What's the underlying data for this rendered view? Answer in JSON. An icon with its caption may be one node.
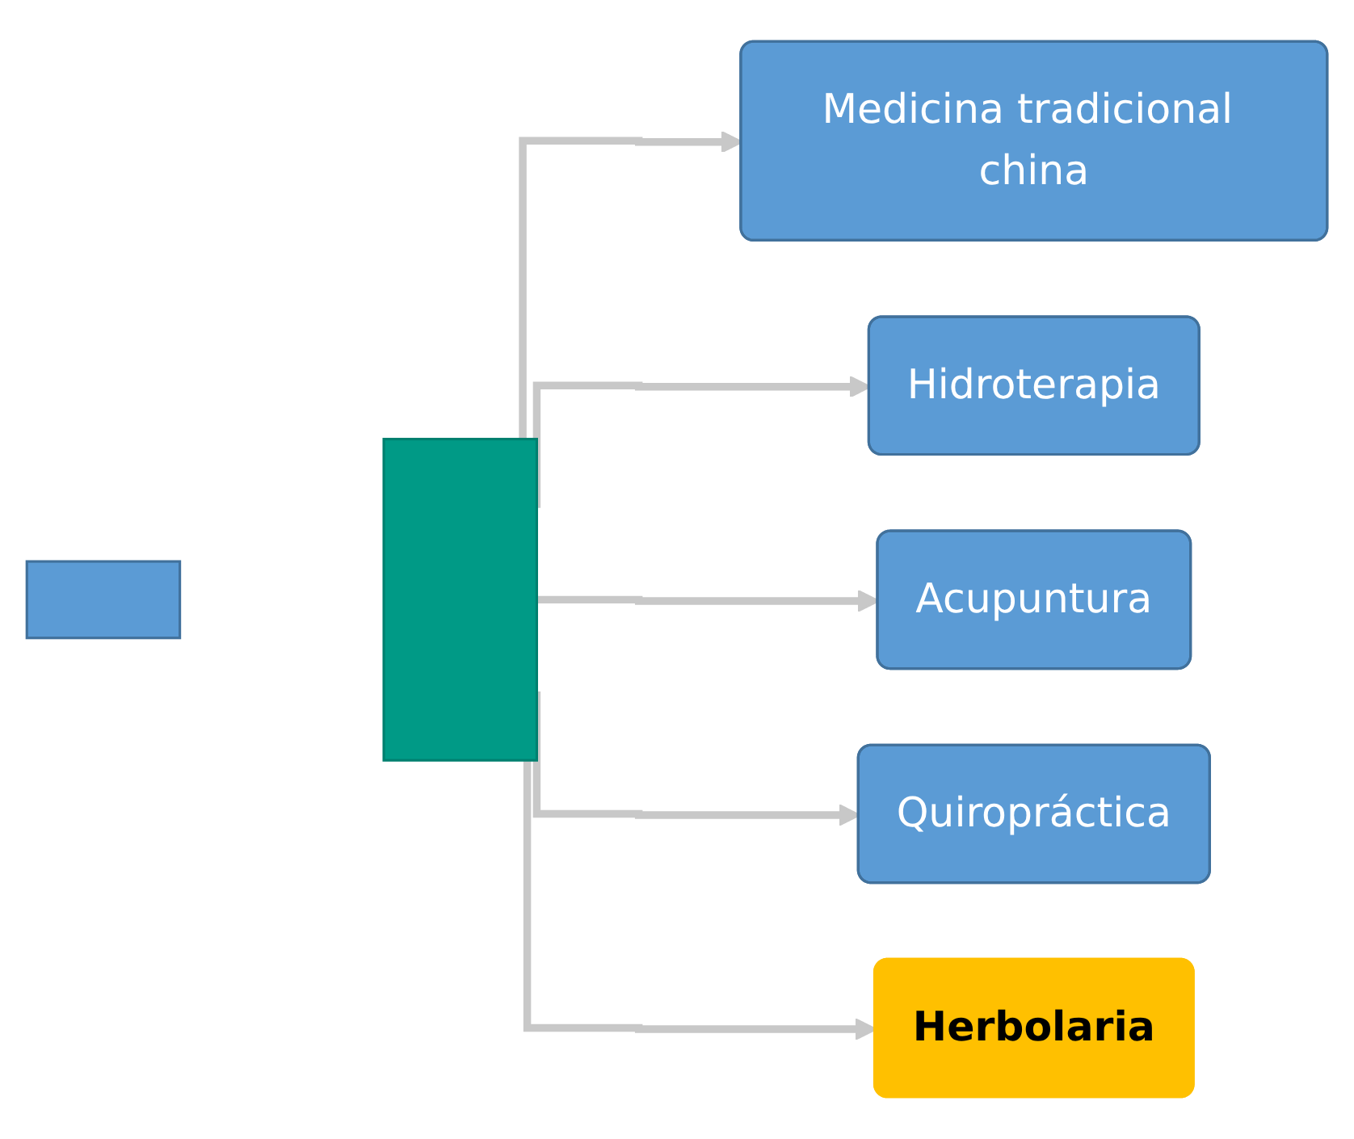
{
  "diagram": {
    "nodes": [
      {
        "text": [],
        "shape": "box"
      },
      {
        "text": [],
        "shape": "box"
      },
      {
        "text": [
          "Medicina tradicional china"
        ]
      },
      {
        "text": [
          "Hidroterapia"
        ]
      },
      {
        "text": [
          "Acupuntura"
        ]
      },
      {
        "text": [
          "Quiropráctica"
        ]
      },
      {
        "text": [
          "Herbolaria"
        ]
      }
    ],
    "edges": [
      {
        "from": 0,
        "to": 2,
        "arrow": "to",
        "color": "#c8c8c8"
      },
      {
        "from": 0,
        "to": 3,
        "arrow": "to",
        "color": "#c8c8c8"
      },
      {
        "from": 0,
        "to": 4,
        "arrow": "to",
        "color": "#c8c8c8"
      },
      {
        "from": 0,
        "to": 5,
        "arrow": "to",
        "color": "#c8c8c8"
      },
      {
        "from": 0,
        "to": 6,
        "arrow": "to",
        "color": "#c8c8c8"
      }
    ]
  }
}
